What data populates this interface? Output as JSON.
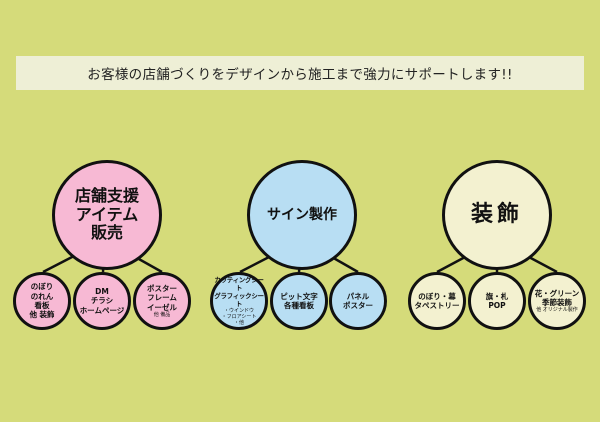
{
  "banner": {
    "text": "お客様の店舗づくりをデザインから施工まで強力にサポートします!!"
  },
  "colors": {
    "background": "#d5db7a",
    "pink": "#f7b9d4",
    "blue": "#b8def3",
    "cream": "#f3f1d0"
  },
  "groups": [
    {
      "title_lines": [
        "店舗支援",
        "アイテム",
        "販売"
      ],
      "items": [
        {
          "lines": [
            "のぼり",
            "のれん",
            "看板",
            "他 装飾"
          ]
        },
        {
          "lines": [
            "DM",
            "チラシ",
            "ホームページ"
          ]
        },
        {
          "lines": [
            "ポスター",
            "フレーム",
            "イーゼル"
          ],
          "note": "他 備品"
        }
      ]
    },
    {
      "title_lines": [
        "サイン製作"
      ],
      "items": [
        {
          "lines": [
            "カッティングシート",
            "グラフィックシート"
          ],
          "note_lines": [
            "・ウインドウ",
            "・フロアシート",
            "・他"
          ]
        },
        {
          "lines": [
            "ピット文字",
            "各種看板"
          ]
        },
        {
          "lines": [
            "パネル",
            "ポスター"
          ]
        }
      ]
    },
    {
      "title_lines": [
        "装飾"
      ],
      "items": [
        {
          "lines": [
            "のぼり・幕",
            "タペストリー"
          ]
        },
        {
          "lines": [
            "旗・札",
            "POP"
          ]
        },
        {
          "lines": [
            "花・グリーン",
            "季節装飾"
          ],
          "note": "他 オリジナル製作"
        }
      ]
    }
  ]
}
